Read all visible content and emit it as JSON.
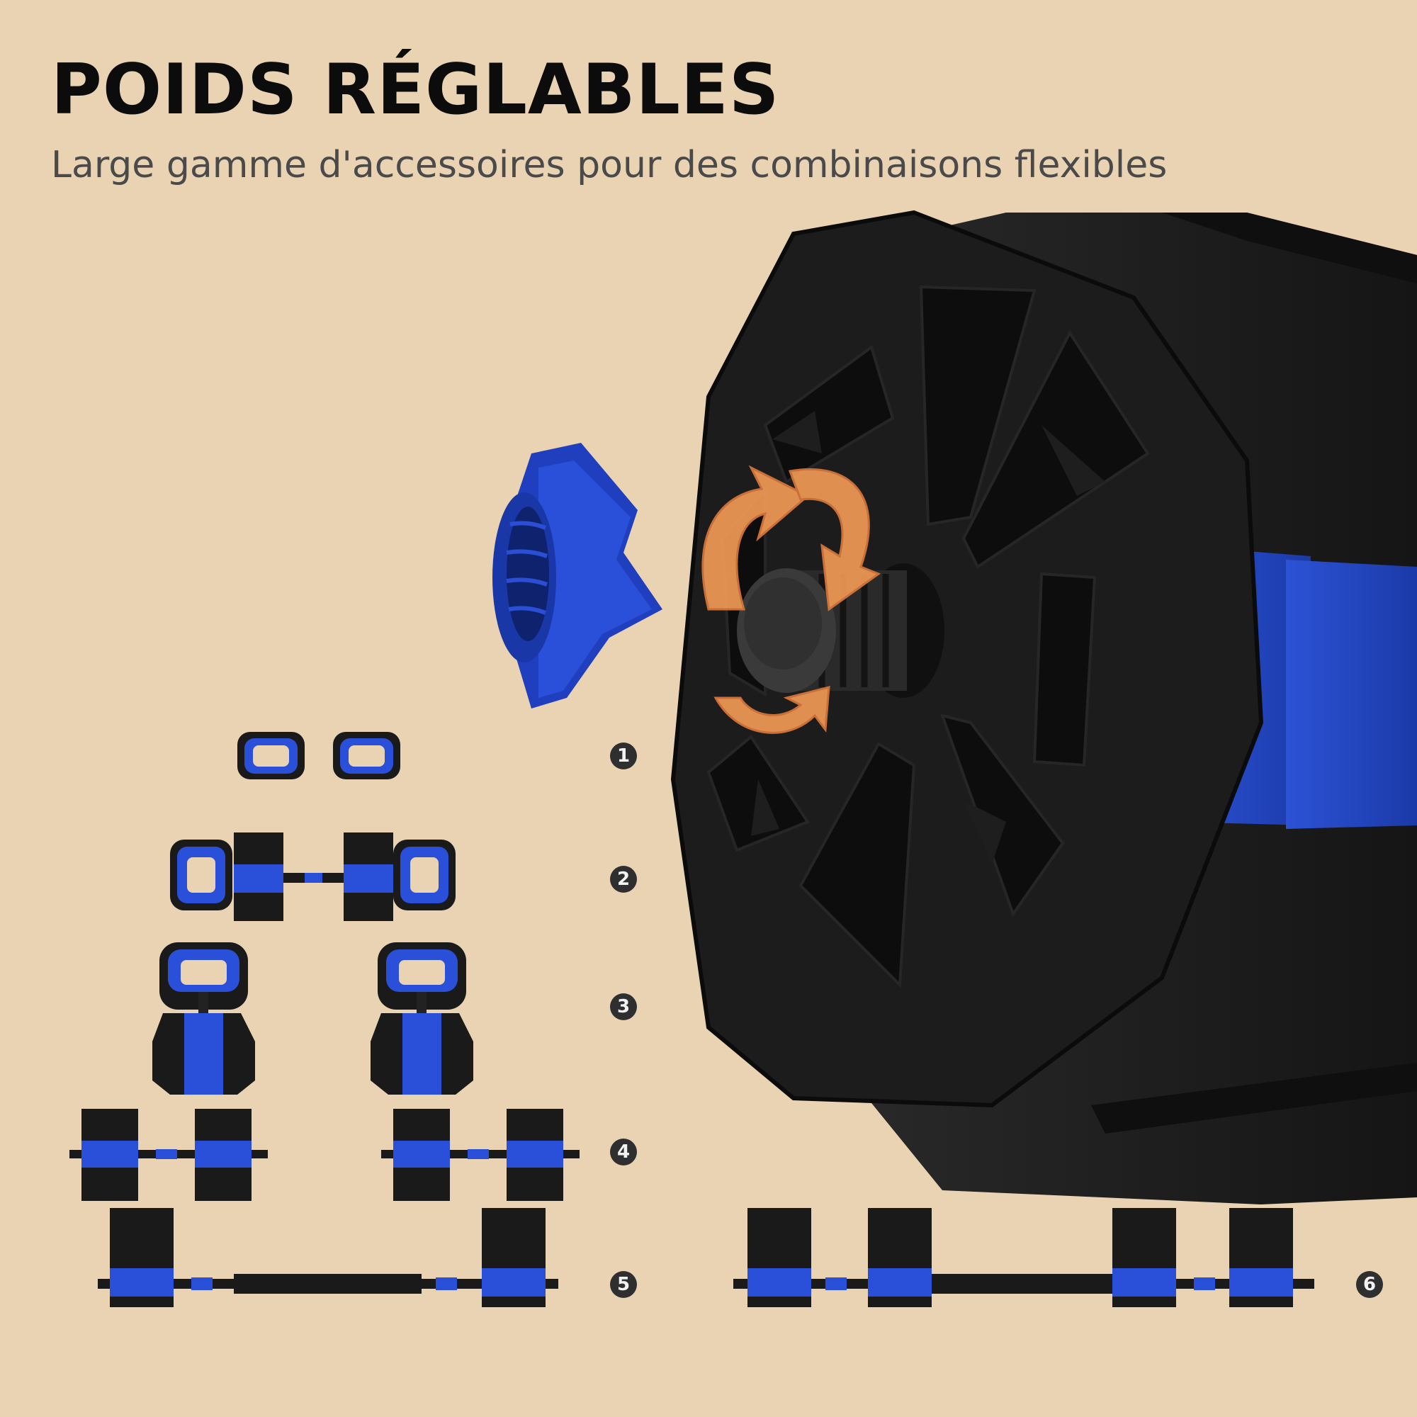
{
  "header": {
    "title": "POIDS RÉGLABLES",
    "subtitle": "Large gamme d'accessoires pour des combinaisons flexibles"
  },
  "configurations": [
    {
      "number": "1"
    },
    {
      "number": "2"
    },
    {
      "number": "3"
    },
    {
      "number": "4"
    },
    {
      "number": "5"
    },
    {
      "number": "6"
    }
  ],
  "colors": {
    "background": "#e9d3b3",
    "plate_black": "#1a1a1a",
    "accent_blue": "#2146c9",
    "arrow_orange": "#f09a55"
  }
}
